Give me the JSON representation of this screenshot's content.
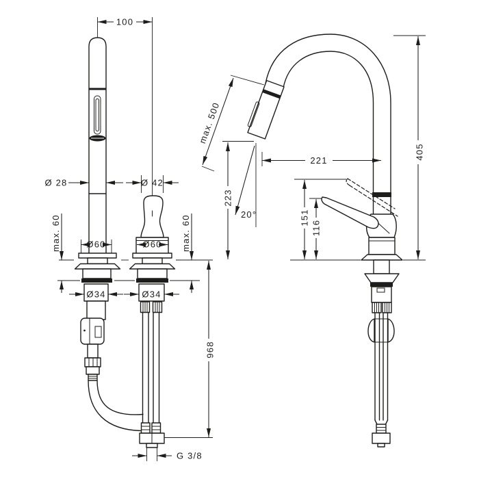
{
  "drawing": {
    "type": "technical-dimension-drawing",
    "subject": "kitchen mixer tap with pull-out spray — installation dimension diagram",
    "colors": {
      "background": "#ffffff",
      "ink": "#1d1d1b"
    },
    "labels": {
      "hole_spacing": "100",
      "spray_diameter": "Ø 28",
      "handle_diameter": "Ø 42",
      "deck_thickness_left": "max. 60",
      "deck_thickness_right": "max. 60",
      "base_diameter_left": "Ø60",
      "base_diameter_right": "Ø60",
      "shank_diameter_left": "Ø34",
      "shank_diameter_right": "Ø34",
      "connection_length": "968",
      "thread_size": "G 3/8",
      "pullout_length": "max. 500",
      "spout_outlet_height": "223",
      "spray_angle": "20°",
      "spout_reach": "221",
      "total_height": "405",
      "handle_raised_height": "151",
      "handle_height": "116"
    }
  }
}
